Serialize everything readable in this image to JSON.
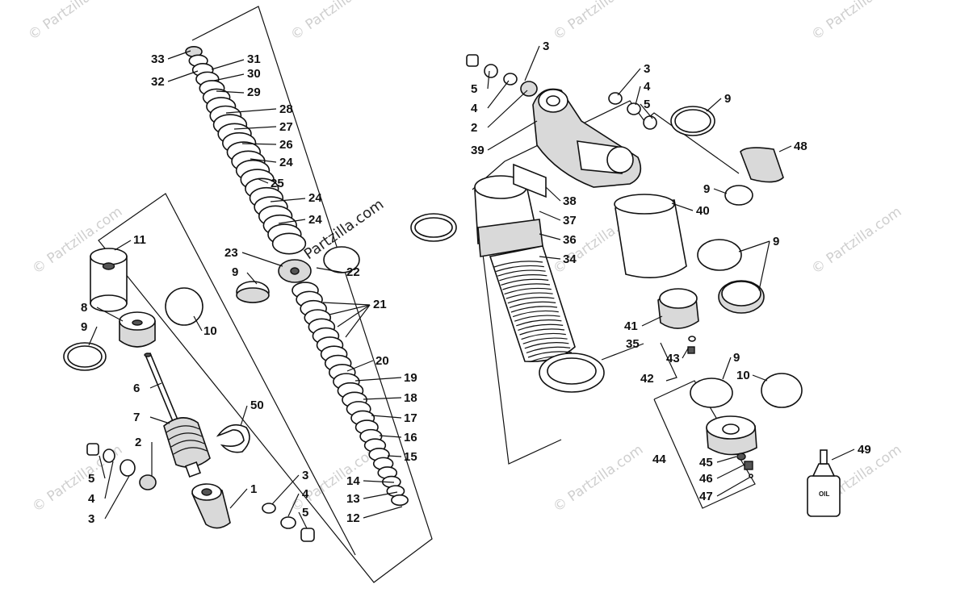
{
  "watermark": {
    "text": "© Partzilla.com",
    "center_text": "Partzilla.com"
  },
  "oil_bottle_label": "OIL",
  "callouts": {
    "n1": "1",
    "n2a": "2",
    "n2b": "2",
    "n3a": "3",
    "n3b": "3",
    "n3c": "3",
    "n3d": "3",
    "n4a": "4",
    "n4b": "4",
    "n4c": "4",
    "n4d": "4",
    "n5a": "5",
    "n5b": "5",
    "n5c": "5",
    "n5d": "5",
    "n6": "6",
    "n7": "7",
    "n8": "8",
    "n9a": "9",
    "n9b": "9",
    "n9c": "9",
    "n9d": "9",
    "n9e": "9",
    "n9f": "9",
    "n10a": "10",
    "n10b": "10",
    "n11": "11",
    "n12": "12",
    "n13": "13",
    "n14": "14",
    "n15": "15",
    "n16": "16",
    "n17": "17",
    "n18": "18",
    "n19": "19",
    "n20": "20",
    "n21": "21",
    "n22": "22",
    "n23": "23",
    "n24a": "24",
    "n24b": "24",
    "n24c": "24",
    "n25": "25",
    "n26": "26",
    "n27": "27",
    "n28": "28",
    "n29": "29",
    "n30": "30",
    "n31": "31",
    "n32": "32",
    "n33": "33",
    "n34": "34",
    "n35": "35",
    "n36": "36",
    "n37": "37",
    "n38": "38",
    "n39": "39",
    "n40": "40",
    "n41": "41",
    "n42": "42",
    "n43": "43",
    "n44": "44",
    "n45": "45",
    "n46": "46",
    "n47": "47",
    "n48": "48",
    "n49": "49",
    "n50": "50"
  }
}
